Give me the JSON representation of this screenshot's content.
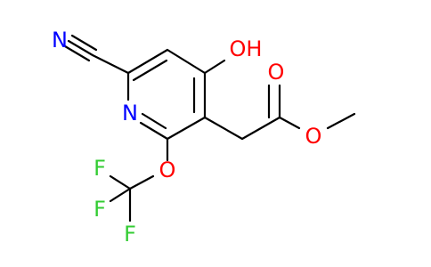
{
  "molecule": {
    "atoms": {
      "nitrile_n": {
        "label": "N",
        "color": "#0000ff"
      },
      "ring_n": {
        "label": "N",
        "color": "#0000ff"
      },
      "hydroxyl_o": {
        "label": "OH",
        "color": "#ff0000"
      },
      "carbonyl_o": {
        "label": "O",
        "color": "#ff0000"
      },
      "ester_o": {
        "label": "O",
        "color": "#ff0000"
      },
      "ether_o": {
        "label": "O",
        "color": "#ff0000"
      },
      "fluorine_1": {
        "label": "F",
        "color": "#33cc33"
      },
      "fluorine_2": {
        "label": "F",
        "color": "#33cc33"
      },
      "fluorine_3": {
        "label": "F",
        "color": "#33cc33"
      }
    },
    "bond_color": "#000000"
  }
}
